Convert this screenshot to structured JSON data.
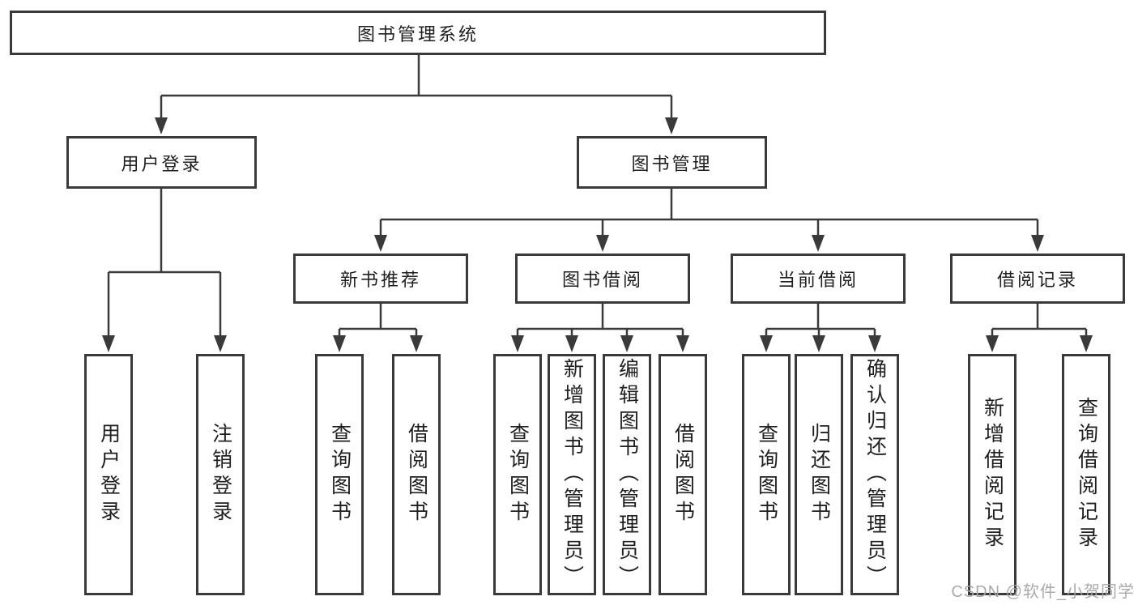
{
  "tree": {
    "label": "图书管理系统",
    "children": [
      {
        "label": "用户登录",
        "children": [
          {
            "label": "用户登录"
          },
          {
            "label": "注销登录"
          }
        ]
      },
      {
        "label": "图书管理",
        "children": [
          {
            "label": "新书推荐",
            "children": [
              {
                "label": "查询图书"
              },
              {
                "label": "借阅图书"
              }
            ]
          },
          {
            "label": "图书借阅",
            "children": [
              {
                "label": "查询图书"
              },
              {
                "label": "新增图书（管理员）"
              },
              {
                "label": "编辑图书（管理员）"
              },
              {
                "label": "借阅图书"
              }
            ]
          },
          {
            "label": "当前借阅",
            "children": [
              {
                "label": "查询图书"
              },
              {
                "label": "归还图书"
              },
              {
                "label": "确认归还（管理员）"
              }
            ]
          },
          {
            "label": "借阅记录",
            "children": [
              {
                "label": "新增借阅记录"
              },
              {
                "label": "查询借阅记录"
              }
            ]
          }
        ]
      }
    ]
  },
  "watermark": {
    "text": "CSDN @软件_小贺同学"
  },
  "colors": {
    "line": "#3a3a3a",
    "text": "#1f1f1f",
    "box_background": "#ffffff",
    "watermark": "#a5a5a5"
  }
}
